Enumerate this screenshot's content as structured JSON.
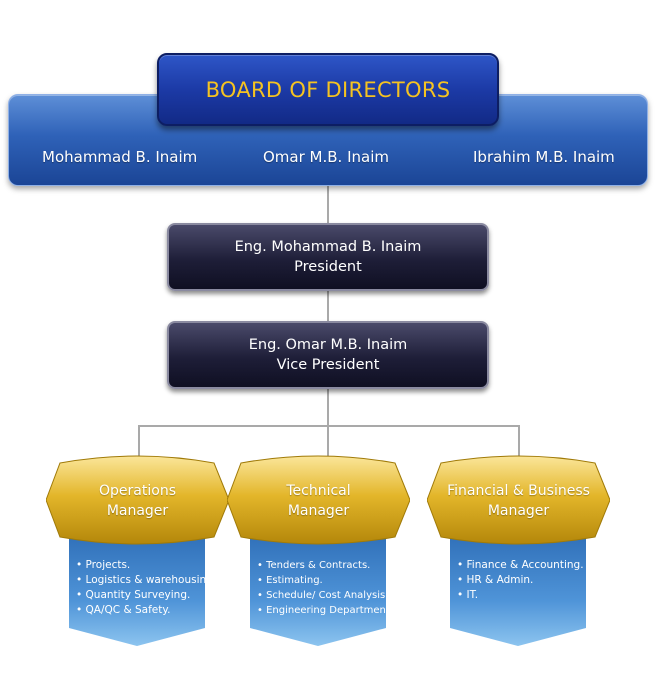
{
  "board": {
    "title": "BOARD OF DIRECTORS",
    "members": [
      "Mohammad B. Inaim",
      "Omar M.B. Inaim",
      "Ibrahim M.B. Inaim"
    ]
  },
  "president": {
    "name": "Eng. Mohammad B. Inaim",
    "role": "President"
  },
  "vice_president": {
    "name": "Eng. Omar M.B. Inaim",
    "role": "Vice President"
  },
  "departments": [
    {
      "title_line1": "Operations",
      "title_line2": "Manager",
      "duties": [
        "Projects.",
        "Logistics & warehousing.",
        "Quantity Surveying.",
        "QA/QC & Safety."
      ]
    },
    {
      "title_line1": "Technical",
      "title_line2": "Manager",
      "duties": [
        "Tenders & Contracts.",
        "Estimating.",
        "Schedule/ Cost Analysis.",
        "Engineering Departments."
      ]
    },
    {
      "title_line1": "Financial & Business",
      "title_line2": "Manager",
      "duties": [
        "Finance & Accounting.",
        "HR & Admin.",
        "IT."
      ]
    }
  ],
  "colors": {
    "board_blue": "#2f62b8",
    "title_gold": "#f5c321",
    "exec_dark": "#1e1e38",
    "manager_gold": "#d4a514",
    "duties_blue": "#3f86cc",
    "connector": "#a9a9a9"
  }
}
